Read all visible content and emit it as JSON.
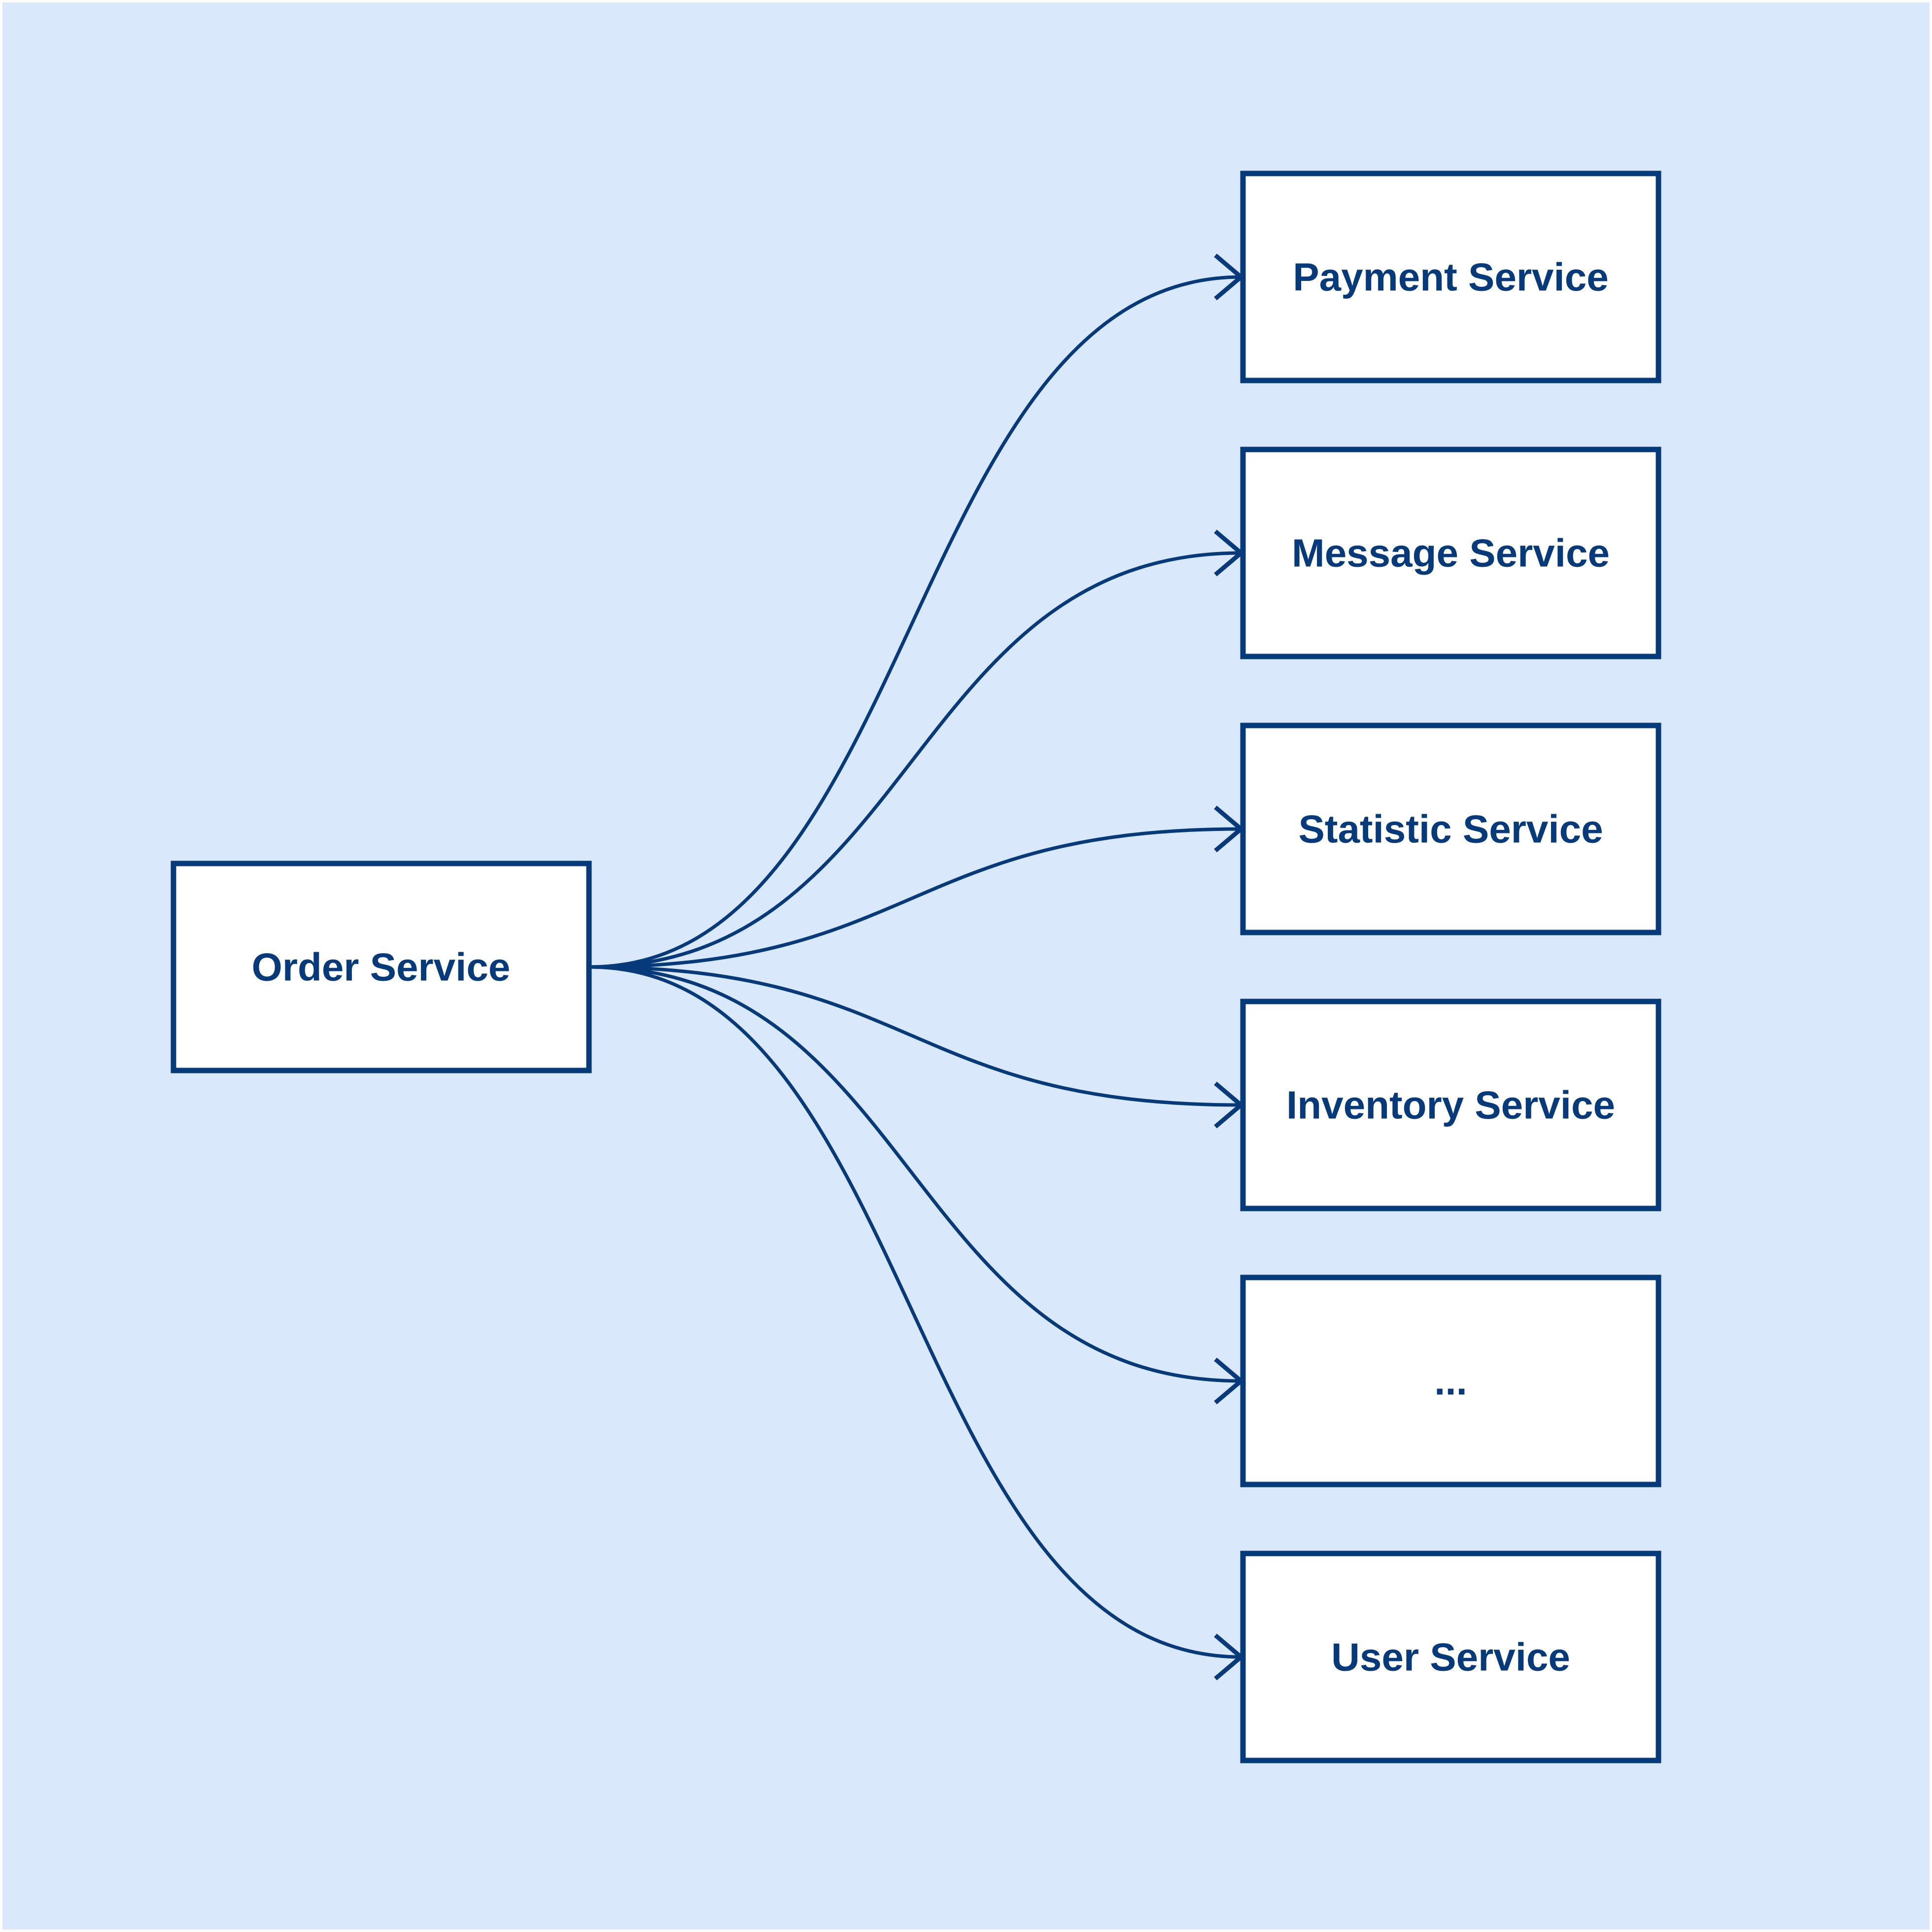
{
  "colors": {
    "background": "#dae8fc",
    "stroke": "#073a7b",
    "node_fill": "#ffffff",
    "text": "#073a7b"
  },
  "diagram": {
    "source": {
      "id": "order-service",
      "label": "Order Service"
    },
    "targets": [
      {
        "id": "payment-service",
        "label": "Payment Service"
      },
      {
        "id": "message-service",
        "label": "Message Service"
      },
      {
        "id": "statistic-service",
        "label": "Statistic Service"
      },
      {
        "id": "inventory-service",
        "label": "Inventory Service"
      },
      {
        "id": "more-services",
        "label": "..."
      },
      {
        "id": "user-service",
        "label": "User Service"
      }
    ],
    "edges": [
      {
        "from": "order-service",
        "to": "payment-service"
      },
      {
        "from": "order-service",
        "to": "message-service"
      },
      {
        "from": "order-service",
        "to": "statistic-service"
      },
      {
        "from": "order-service",
        "to": "inventory-service"
      },
      {
        "from": "order-service",
        "to": "more-services"
      },
      {
        "from": "order-service",
        "to": "user-service"
      }
    ]
  }
}
